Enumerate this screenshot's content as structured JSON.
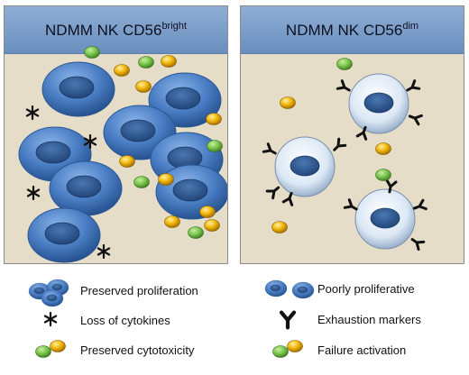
{
  "panels": {
    "left": {
      "title_main": "NDMM NK CD56",
      "title_sup": "bright"
    },
    "right": {
      "title_main": "NDMM NK CD56",
      "title_sup": "dim"
    }
  },
  "legend": {
    "preserved_proliferation": "Preserved proliferation",
    "loss_of_cytokines": "Loss of cytokines",
    "preserved_cytotoxicity": "Preserved cytotoxicity",
    "poorly_proliferative": "Poorly proliferative",
    "exhaustion_markers": "Exhaustion markers",
    "failure_activation": "Failure activation"
  },
  "icons": {
    "bright_cell": "nk-bright-cell-icon",
    "dim_cell": "nk-dim-cell-icon",
    "cytokine_loss": "asterisk-icon",
    "granule_green": "green-granule-icon",
    "granule_yellow": "yellow-granule-icon",
    "exhaustion_receptor": "y-receptor-icon"
  },
  "colors": {
    "bright_cell": "#4a7ec4",
    "nucleus": "#2e5c9a",
    "dim_cell": "#dde9f4",
    "granule_green": "#7ec850",
    "granule_yellow": "#f0b80c",
    "header": "#7d9ecb",
    "background": "#e6ddc9"
  }
}
